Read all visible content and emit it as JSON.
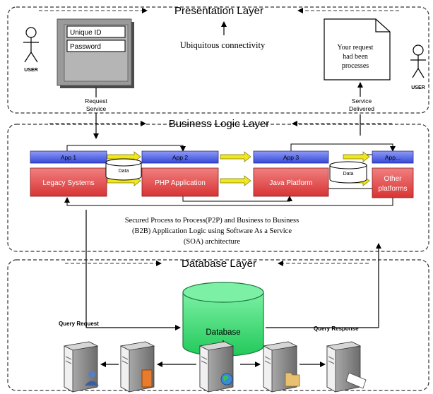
{
  "layers": {
    "presentation": "Presentation Layer",
    "business": "Business Logic Layer",
    "database": "Database Layer"
  },
  "presentation": {
    "login_fields": [
      "Unique ID",
      "Password"
    ],
    "connectivity": "Ubiquitous connectivity",
    "response_doc": [
      "Your request",
      "had been",
      "processes"
    ],
    "user_left": "USER",
    "user_right": "USER"
  },
  "arrows": {
    "request_service": [
      "Request",
      "Service"
    ],
    "service_delivered": [
      "Service",
      "Delivered"
    ],
    "query_request": "Query Request",
    "query_response": "Query Response"
  },
  "business": {
    "apps": [
      {
        "header": "App 1",
        "name": "Legacy Systems"
      },
      {
        "header": "App 2",
        "name": "PHP Application"
      },
      {
        "header": "App 3",
        "name": "Java Platform"
      },
      {
        "header": "App...",
        "name": [
          "Other",
          "platforms"
        ]
      }
    ],
    "data_labels": [
      "Data",
      "Data"
    ],
    "description": [
      "Secured Process to Process(P2P) and Business to Business",
      "(B2B) Application Logic using Software As a Service",
      "(SOA) architecture"
    ]
  },
  "database": {
    "label": "Database"
  },
  "colors": {
    "app_header": "#4a5ee8",
    "app_body": "#e04848",
    "yellow_arrow": "#f0e81c",
    "db_cylinder": "#3fe07a",
    "server": "#8a8a8a"
  },
  "icons": [
    "user-stick-figure-icon",
    "server-icon",
    "globe-icon",
    "folder-icon",
    "document-icon"
  ]
}
